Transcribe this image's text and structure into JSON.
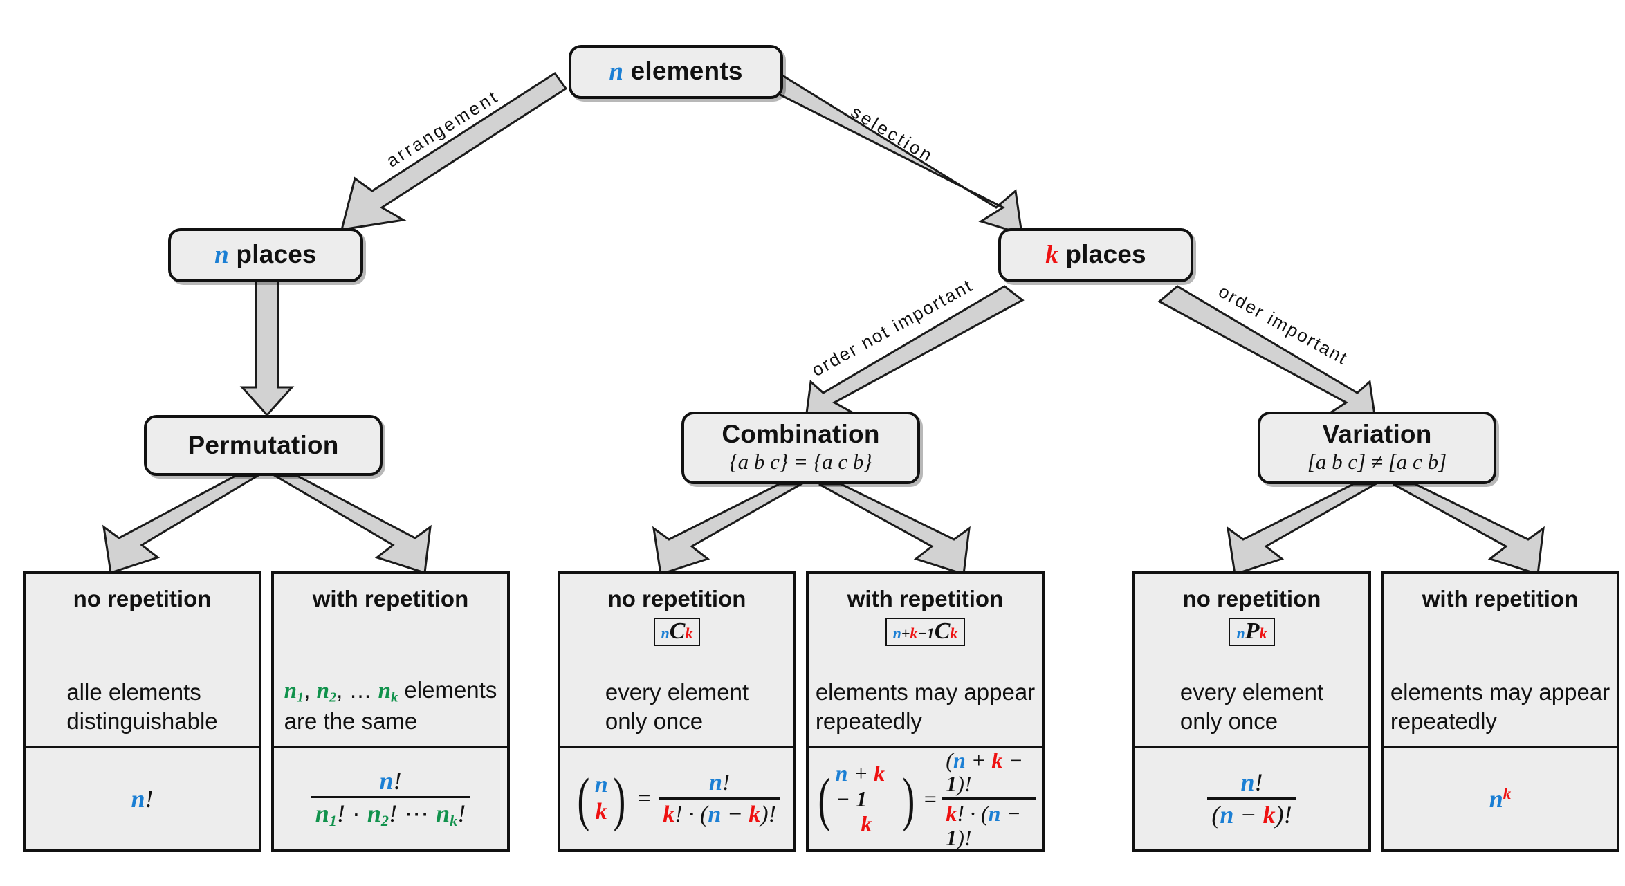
{
  "diagram": {
    "title_node": {
      "label_var": "n",
      "label_text": "elements",
      "var_color": "#1b7fd4"
    },
    "level2": [
      {
        "name": "n-places",
        "label_var": "n",
        "label_text": "places",
        "var_color": "#1b7fd4"
      },
      {
        "name": "k-places",
        "label_var": "k",
        "label_text": "places",
        "var_color": "#ee1111"
      }
    ],
    "level3": [
      {
        "name": "permutation",
        "title": "Permutation",
        "subtitle": ""
      },
      {
        "name": "combination",
        "title": "Combination",
        "subtitle": "{a b c} = {a c b}"
      },
      {
        "name": "variation",
        "title": "Variation",
        "subtitle": "[a b c] ≠ [a c b]"
      }
    ],
    "edge_labels": [
      {
        "name": "arrangement",
        "text": "arrangement"
      },
      {
        "name": "selection",
        "text": "selection"
      },
      {
        "name": "order-not-important",
        "text": "order not important"
      },
      {
        "name": "order-important",
        "text": "order important"
      }
    ],
    "leaves": [
      {
        "name": "permutation-no-repetition",
        "head": "no repetition",
        "notation": "",
        "desc": [
          "alle elements",
          "distinguishable"
        ],
        "formula": "n!"
      },
      {
        "name": "permutation-with-repetition",
        "head": "with repetition",
        "notation": "",
        "desc": [
          "n₁, n₂, … nₖ elements",
          "are the same"
        ],
        "formula": "n! / (n₁! · n₂! ⋯ nₖ!)"
      },
      {
        "name": "combination-no-repetition",
        "head": "no repetition",
        "notation": "ₙCₖ",
        "desc": [
          "every element",
          "only once"
        ],
        "formula": "(n over k) = n! / (k! · (n − k)!)"
      },
      {
        "name": "combination-with-repetition",
        "head": "with repetition",
        "notation": "ₙ₊ₖ₋₁Cₖ",
        "desc": [
          "elements may appear",
          "repeatedly"
        ],
        "formula": "(n + k − 1 over k) = (n + k − 1)! / (k! · (n − 1)!)"
      },
      {
        "name": "variation-no-repetition",
        "head": "no repetition",
        "notation": "ₙPₖ",
        "desc": [
          "every element",
          "only once"
        ],
        "formula": "n! / (n − k)!"
      },
      {
        "name": "variation-with-repetition",
        "head": "with repetition",
        "notation": "",
        "desc": [
          "elements may appear",
          "repeatedly"
        ],
        "formula": "nᵏ"
      }
    ],
    "colors": {
      "n_blue": "#1b7fd4",
      "k_red": "#ee1111",
      "group_green": "#11924c",
      "box_fill": "#ededed",
      "box_stroke": "#111111",
      "arrow_fill": "#d2d2d2"
    },
    "symbols": {
      "factorial": "!",
      "dot": "·",
      "ellipsis": "⋯",
      "minus": "−",
      "plus": "+",
      "equals": "=",
      "notequals": "≠",
      "C": "C",
      "P": "P",
      "one": "1",
      "two": "2",
      "a": "a",
      "b": "b",
      "c": "c"
    }
  }
}
